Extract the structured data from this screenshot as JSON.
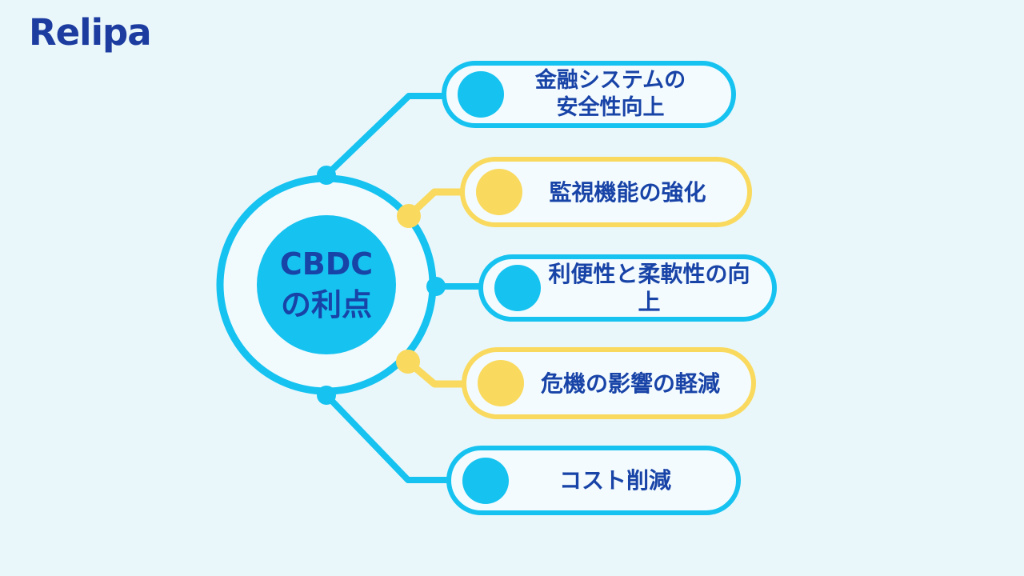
{
  "logo": {
    "text": "Relipa",
    "color": "#1D3C9F"
  },
  "hub": {
    "label": "CBDC\nの利点"
  },
  "items": [
    {
      "label": "金融システムの\n安全性向上",
      "accent": "cyan"
    },
    {
      "label": "監視機能の強化",
      "accent": "yellow"
    },
    {
      "label": "利便性と柔軟性の向上",
      "accent": "cyan"
    },
    {
      "label": "危機の影響の軽減",
      "accent": "yellow"
    },
    {
      "label": "コスト削減",
      "accent": "cyan"
    }
  ],
  "colors": {
    "cyan": "#16C2F0",
    "yellow": "#F9D95E",
    "text_blue": "#1843A7",
    "logo_blue": "#1D3C9F",
    "background": "#E9F7FB",
    "pill_fill": "#F3FBFE"
  }
}
